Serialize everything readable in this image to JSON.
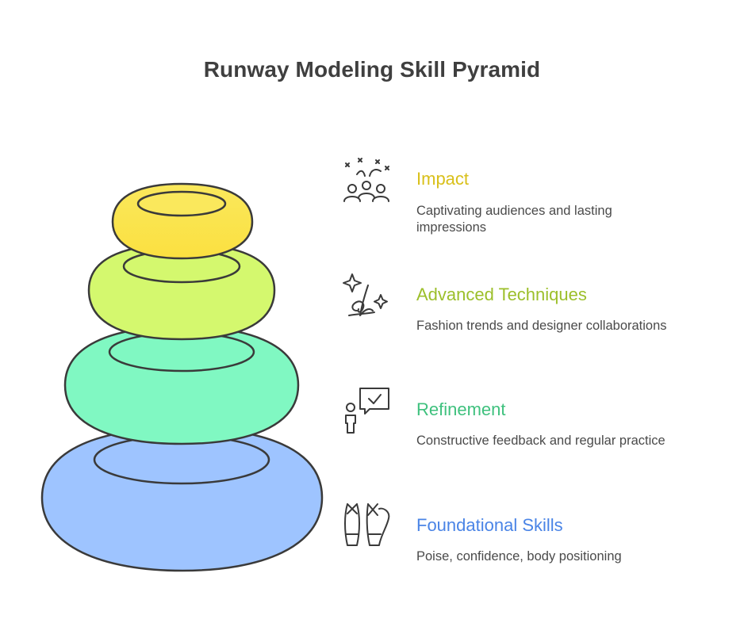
{
  "title": "Runway Modeling Skill Pyramid",
  "levels": [
    {
      "name": "Impact",
      "description": "Captivating audiences and lasting impressions",
      "color": "#FAE04E",
      "title_color": "#D9C01A",
      "icon": "audience-applause-icon"
    },
    {
      "name": "Advanced Techniques",
      "description": "Fashion trends and designer collaborations",
      "color": "#D4F86E",
      "title_color": "#9CBF2A",
      "icon": "designer-signature-sparkle-icon"
    },
    {
      "name": "Refinement",
      "description": "Constructive feedback and regular practice",
      "color": "#80F8C2",
      "title_color": "#3FC17E",
      "icon": "person-feedback-check-icon"
    },
    {
      "name": "Foundational Skills",
      "description": "Poise, confidence, body positioning",
      "color": "#9EC4FF",
      "title_color": "#4A84E6",
      "icon": "ballet-shoes-icon"
    }
  ]
}
